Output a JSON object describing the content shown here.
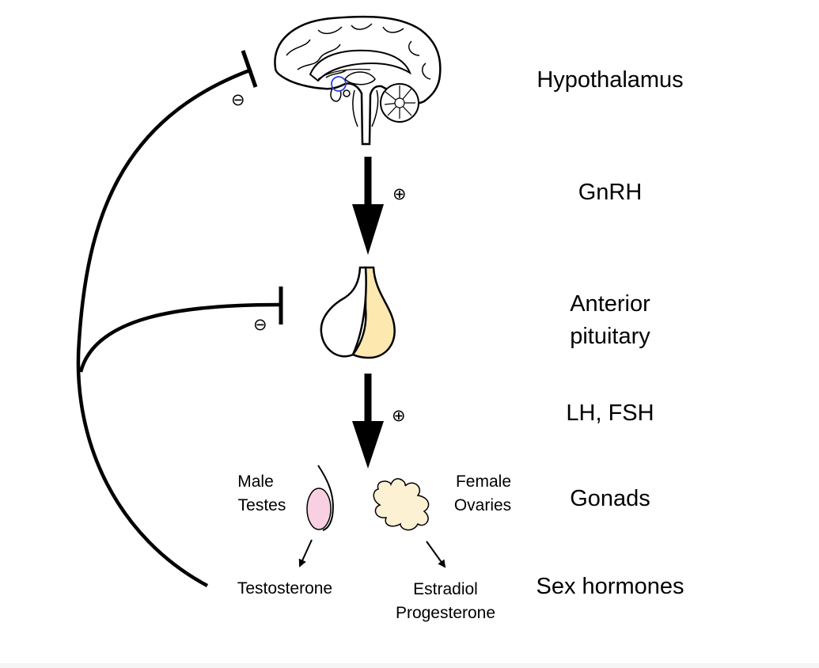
{
  "levels": {
    "hypothalamus": "Hypothalamus",
    "gnrh": "GnRH",
    "anterior_pituitary": [
      "Anterior",
      "pituitary"
    ],
    "lh_fsh": "LH, FSH",
    "gonads": "Gonads",
    "sex_hormones": "Sex hormones"
  },
  "gonads": {
    "male": [
      "Male",
      "Testes"
    ],
    "female": [
      "Female",
      "Ovaries"
    ]
  },
  "hormones": {
    "male": "Testosterone",
    "female": [
      "Estradiol",
      "Progesterone"
    ]
  },
  "signs": {
    "stimulate": "⊕",
    "inhibit": "⊖"
  },
  "colors": {
    "line": "#000000",
    "hypothalamus_marker": "#2b3fd6",
    "pituitary_posterior": "#fde8b0",
    "testis": "#f9cfe2",
    "ovary": "#fdf1d4"
  }
}
